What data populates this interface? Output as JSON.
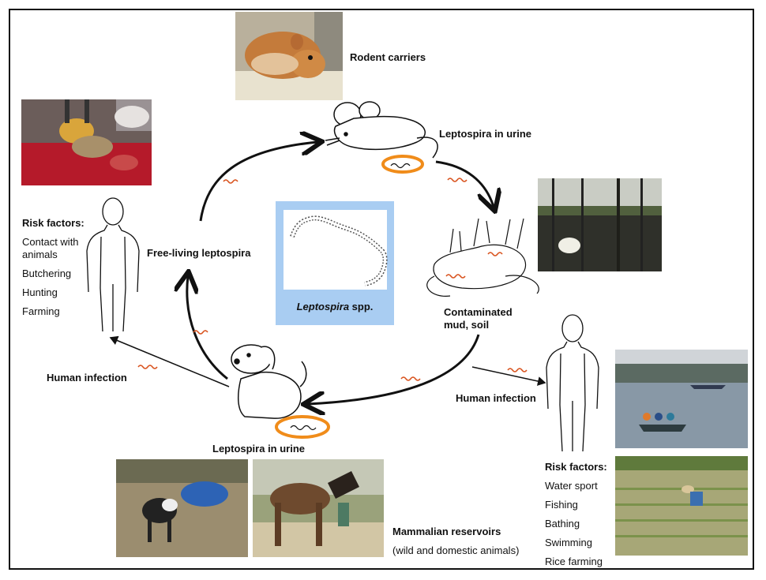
{
  "labels": {
    "rodent_carriers": "Rodent carriers",
    "lepto_urine_top": "Leptospira in urine",
    "free_living": "Free-living leptospira",
    "contaminated": [
      "Contaminated",
      "mud, soil"
    ],
    "center_italic": "Leptospira",
    "center_rest": " spp.",
    "human_infection_left": "Human infection",
    "human_infection_right": "Human infection",
    "lepto_urine_bottom": "Leptospira in urine",
    "mammalian_reservoirs": "Mammalian reservoirs",
    "reservoirs_sub": "(wild and domestic animals)"
  },
  "risk_left": {
    "title": "Risk factors:",
    "items": [
      "Contact with",
      "animals",
      "Butchering",
      "Hunting",
      "Farming"
    ]
  },
  "risk_right": {
    "title": "Risk factors:",
    "items": [
      "Water sport",
      "Fishing",
      "Bathing",
      "Swimming",
      "Rice farming"
    ]
  },
  "colors": {
    "spirochete": "#d9531e",
    "center_box": "#a9cdf2",
    "urine_highlight": "#f08c1a"
  }
}
